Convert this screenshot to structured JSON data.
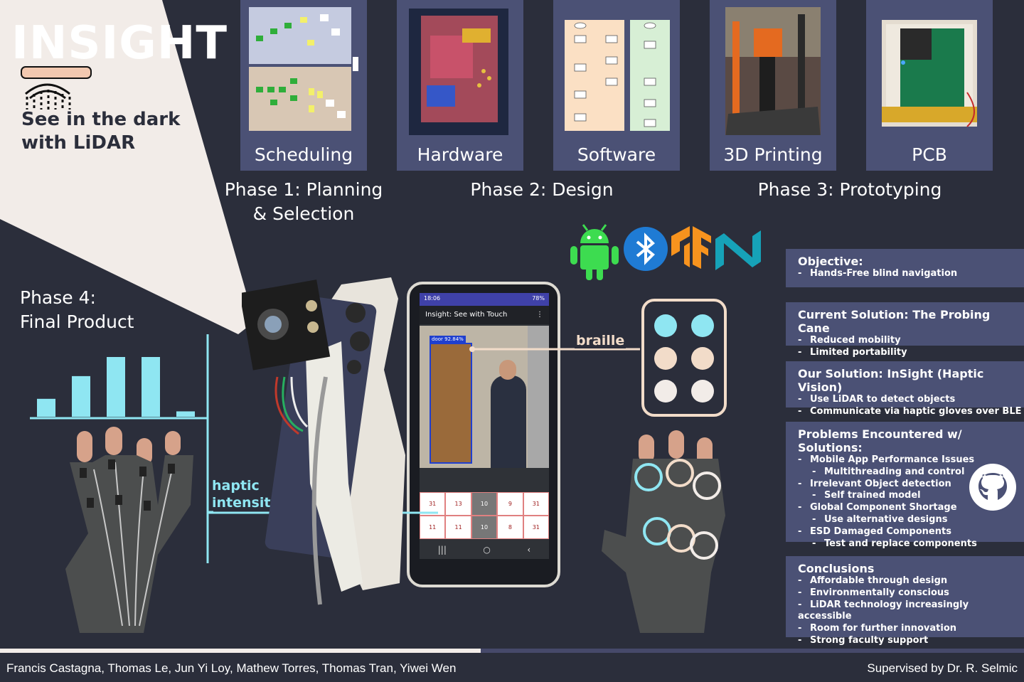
{
  "logo": {
    "title": "INSIGHT",
    "tagline": "See in the dark with LiDAR"
  },
  "cards": [
    {
      "label": "Scheduling"
    },
    {
      "label": "Hardware"
    },
    {
      "label": "Software"
    },
    {
      "label": "3D Printing"
    },
    {
      "label": "PCB"
    }
  ],
  "phases": {
    "phase1": "Phase 1: Planning & Selection",
    "phase2": "Phase 2: Design",
    "phase3": "Phase 3: Prototyping",
    "phase4": "Phase 4: Final Product"
  },
  "labels": {
    "haptic_intensity": "haptic intensity",
    "braille": "braille"
  },
  "phone": {
    "status_time": "18:06",
    "status_battery": "78%",
    "app_title": "Insight: See with Touch",
    "detection_label": "door",
    "detection_confidence": "92.84%",
    "depth_values": [
      "31",
      "13",
      "10",
      "9",
      "31",
      "11",
      "11",
      "10",
      "8",
      "31"
    ]
  },
  "panels": {
    "objective": {
      "title": "Objective:",
      "items": [
        "Hands-Free blind navigation"
      ]
    },
    "current": {
      "title": "Current Solution: The Probing Cane",
      "items": [
        "Reduced mobility",
        "Limited portability"
      ]
    },
    "ours": {
      "title": "Our Solution: InSight (Haptic Vision)",
      "items": [
        "Use LiDAR to detect objects",
        "Communicate via haptic gloves over BLE"
      ]
    },
    "problems": {
      "title": "Problems Encountered w/ Solutions:",
      "items": [
        "Mobile App Performance Issues",
        "Multithreading and control",
        "Irrelevant Object detection",
        "Self trained model",
        "Global Component Shortage",
        "Use alternative designs",
        "ESD Damaged Components",
        "Test and replace components"
      ]
    },
    "conclusions": {
      "title": "Conclusions",
      "items": [
        "Affordable through design",
        "Environmentally conscious",
        "LiDAR technology increasingly accessible",
        "Room for further innovation",
        "Strong faculty support"
      ]
    }
  },
  "haptic_bars": [
    0.3,
    0.68,
    1.0,
    1.0,
    0.09
  ],
  "footer": {
    "authors": "Francis Castagna, Thomas Le,  Jun Yi Loy, Mathew Torres, Thomas Tran, Yiwei Wen",
    "supervisor": "Supervised by Dr. R. Selmic"
  },
  "icons": [
    "android-icon",
    "bluetooth-icon",
    "tensorflow-icon",
    "nordic-icon",
    "github-icon"
  ],
  "colors": {
    "background": "#2b2e3b",
    "panel": "#4b5175",
    "cyan": "#8fe6f2",
    "peach": "#f2dcc9",
    "beam": "#f2ece8"
  }
}
